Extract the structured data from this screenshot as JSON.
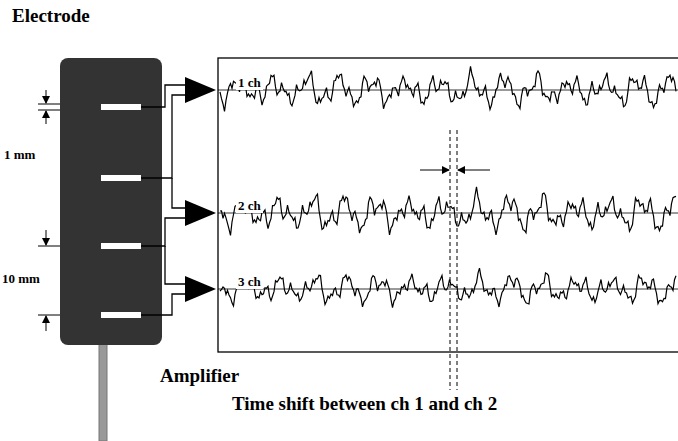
{
  "diagram": {
    "labels": [
      "Electrode",
      "1 mm",
      "10 mm",
      "1 ch",
      "2 ch",
      "3 ch",
      "Amplifier",
      "Time shift between ch 1 and ch 2"
    ]
  }
}
